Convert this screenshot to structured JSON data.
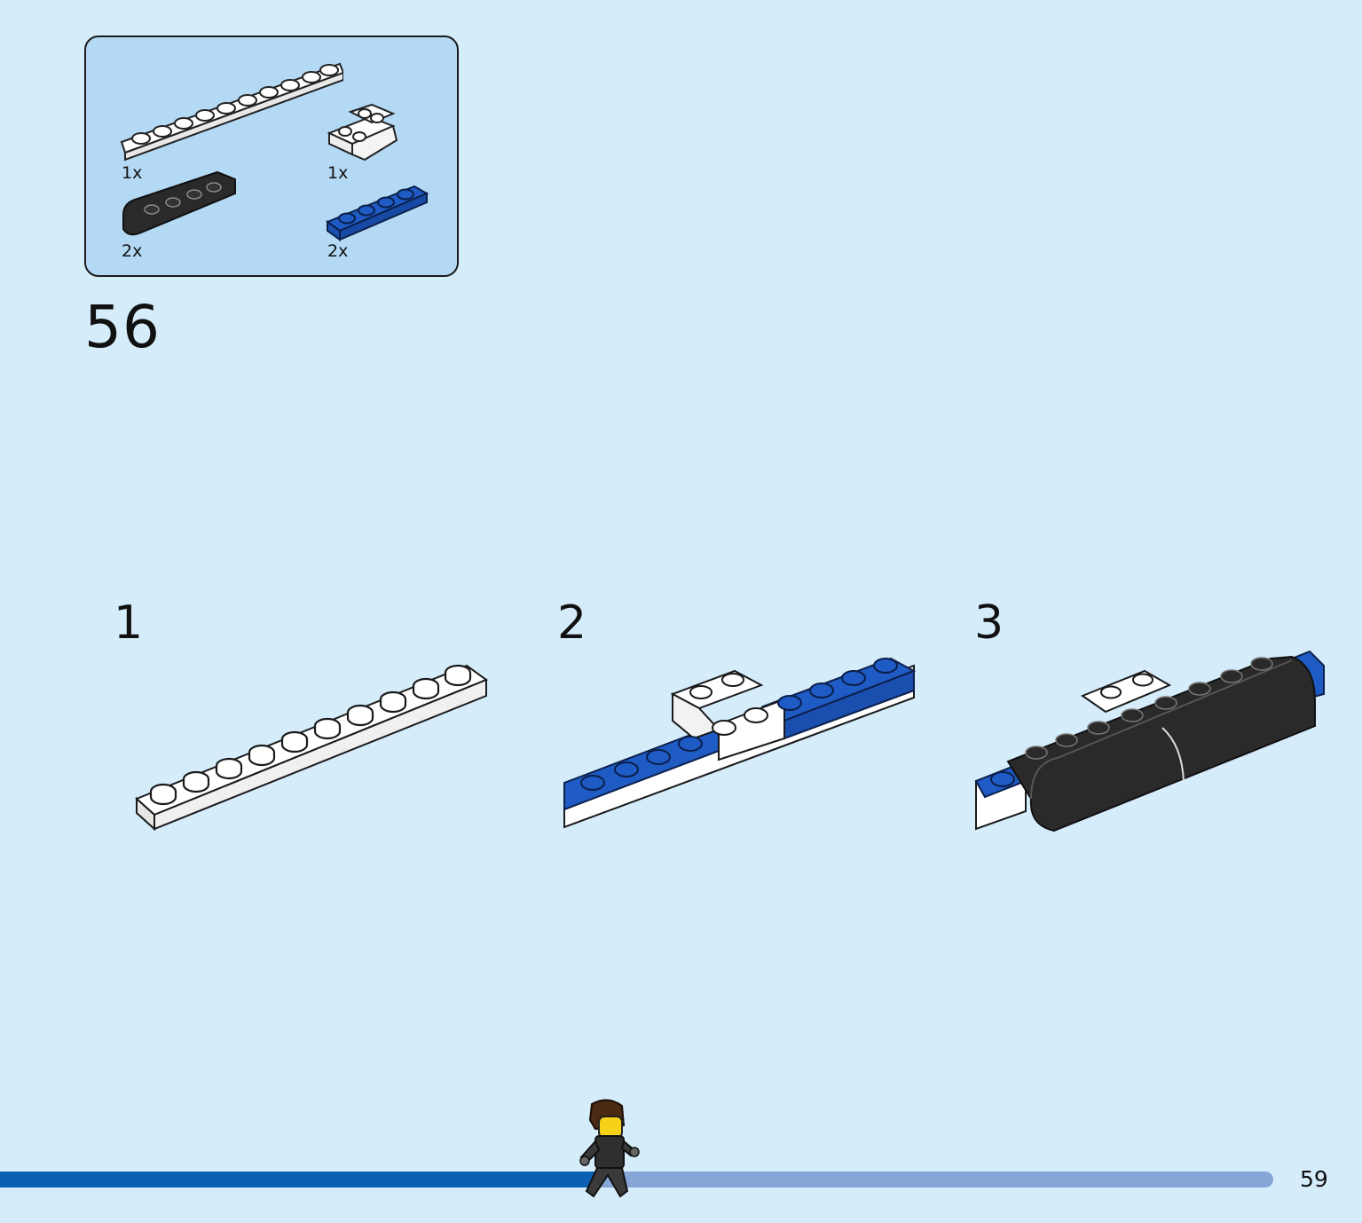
{
  "colors": {
    "background": "#d5ecfb",
    "parts_box": "#b3d9f5",
    "brick_white": "#ffffff",
    "brick_blue": "#1f5bc4",
    "brick_black": "#2a2a2a",
    "progress_fill": "#0b5fb5",
    "progress_track": "#86a6d8"
  },
  "parts_list": [
    {
      "name": "white plate 1x10",
      "quantity": "1x"
    },
    {
      "name": "white bracket",
      "quantity": "1x"
    },
    {
      "name": "black curved slope",
      "quantity": "2x"
    },
    {
      "name": "blue plate 1x4",
      "quantity": "2x"
    }
  ],
  "step_number": "56",
  "substeps": [
    {
      "label": "1"
    },
    {
      "label": "2"
    },
    {
      "label": "3"
    }
  ],
  "progress": {
    "fraction": 0.47
  },
  "page_number": "59"
}
